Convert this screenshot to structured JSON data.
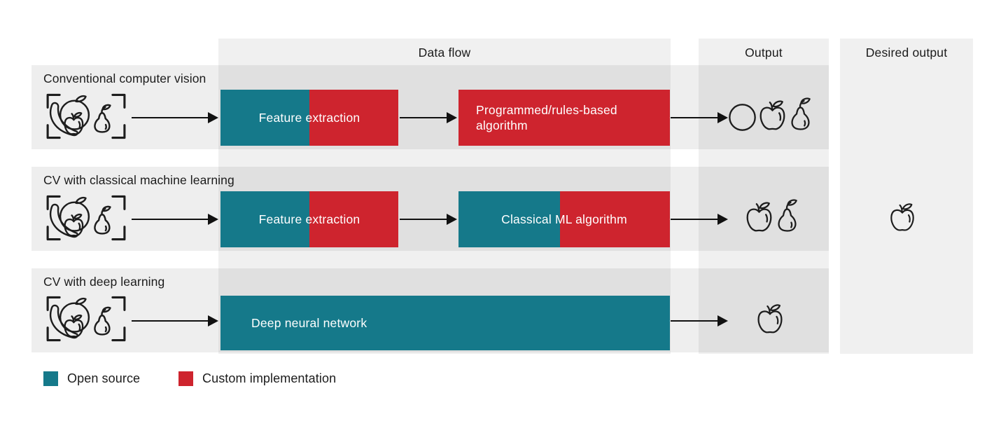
{
  "palette": {
    "teal": "#15798a",
    "red": "#ce242e",
    "column_bg": "#f0f0f0",
    "text_dark": "#1b1b1b",
    "box_text": "#ffffff",
    "line": "#111111"
  },
  "column_headers": {
    "data_flow": "Data flow",
    "output": "Output",
    "desired_output": "Desired output"
  },
  "rows": [
    {
      "label": "Conventional computer vision",
      "input_icon": "framed-fruits",
      "stages": [
        {
          "text": "Feature extraction",
          "fill": "split"
        },
        {
          "text": "Programmed/rules-based algorithm",
          "fill": "red"
        }
      ],
      "output_icons": [
        "orange",
        "apple",
        "pear"
      ]
    },
    {
      "label": "CV with classical machine learning",
      "input_icon": "framed-fruits",
      "stages": [
        {
          "text": "Feature extraction",
          "fill": "split"
        },
        {
          "text": "Classical ML algorithm",
          "fill": "split"
        }
      ],
      "output_icons": [
        "apple",
        "pear"
      ]
    },
    {
      "label": "CV with deep learning",
      "input_icon": "framed-fruits",
      "stages": [
        {
          "text": "Deep neural network",
          "fill": "teal"
        }
      ],
      "output_icons": [
        "apple"
      ]
    }
  ],
  "desired_output": {
    "icon": "apple"
  },
  "legend": [
    {
      "label": "Open source",
      "fill": "teal"
    },
    {
      "label": "Custom implementation",
      "fill": "red"
    }
  ]
}
